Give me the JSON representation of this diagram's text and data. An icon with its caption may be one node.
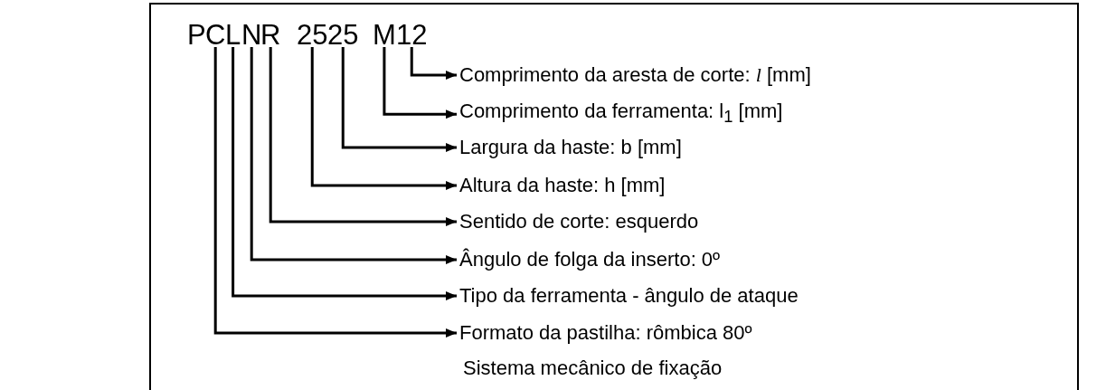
{
  "diagram": {
    "nodes": [
      {
        "text": [
          "C"
        ]
      },
      {
        "text": [
          "L"
        ]
      },
      {
        "text": [
          "N"
        ]
      },
      {
        "text": [
          "R"
        ]
      },
      {
        "text": [
          "25"
        ]
      },
      {
        "text": [
          "25"
        ]
      },
      {
        "text": [
          "M"
        ]
      },
      {
        "text": [
          "12"
        ]
      },
      {
        "text": [
          "Comprimento da aresta de corte: *l* [mm]"
        ]
      },
      {
        "text": [
          "Comprimento da ferramenta: l$_{1}$ [mm]"
        ]
      },
      {
        "text": [
          "Largura da haste: b [mm]"
        ]
      },
      {
        "text": [
          "Altura da haste: h [mm]"
        ]
      },
      {
        "text": [
          "Sentido de corte: esquerdo"
        ]
      },
      {
        "text": [
          "Ângulo de folga da inserto: 0º"
        ]
      },
      {
        "text": [
          "Tipo da ferramenta - ângulo de ataque"
        ]
      },
      {
        "text": [
          "Formato da pastilha: rômbica 80º"
        ]
      }
    ],
    "edges": [
      {
        "from": 7,
        "to": 8,
        "arrow": "to"
      },
      {
        "from": 6,
        "to": 9,
        "arrow": "to"
      },
      {
        "from": 5,
        "to": 10,
        "arrow": "to"
      },
      {
        "from": 4,
        "to": 11,
        "arrow": "to"
      },
      {
        "from": 3,
        "to": 12,
        "arrow": "to"
      },
      {
        "from": 2,
        "to": 13,
        "arrow": "to"
      },
      {
        "from": 1,
        "to": 14,
        "arrow": "to"
      },
      {
        "from": 0,
        "to": 15,
        "arrow": "to"
      }
    ],
    "labels": [
      "P",
      "Sistema mecânico de fixação"
    ]
  }
}
